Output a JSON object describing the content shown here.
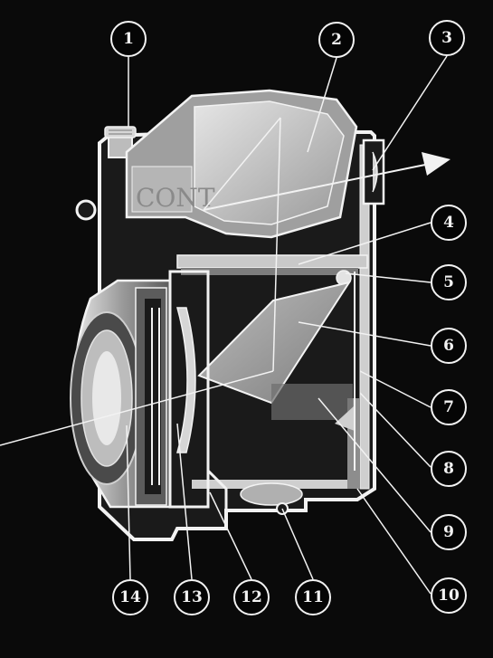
{
  "diagram": {
    "subject": "Cutaway view of a single-lens reflex camera (Contax S) showing the optical path",
    "nameplate_text": "CONT",
    "colors": {
      "background": "#0a0a0a",
      "body_light": "#d9d9d9",
      "body_mid": "#a9a9a9",
      "body_dark": "#6c6c6c",
      "outline": "#f2f2f2",
      "callout_fill": "#050505",
      "callout_text": "#f2f2f2"
    },
    "callouts": [
      {
        "number": "1"
      },
      {
        "number": "2"
      },
      {
        "number": "3"
      },
      {
        "number": "4"
      },
      {
        "number": "5"
      },
      {
        "number": "6"
      },
      {
        "number": "7"
      },
      {
        "number": "8"
      },
      {
        "number": "9"
      },
      {
        "number": "10"
      },
      {
        "number": "11"
      },
      {
        "number": "12"
      },
      {
        "number": "13"
      },
      {
        "number": "14"
      }
    ]
  }
}
